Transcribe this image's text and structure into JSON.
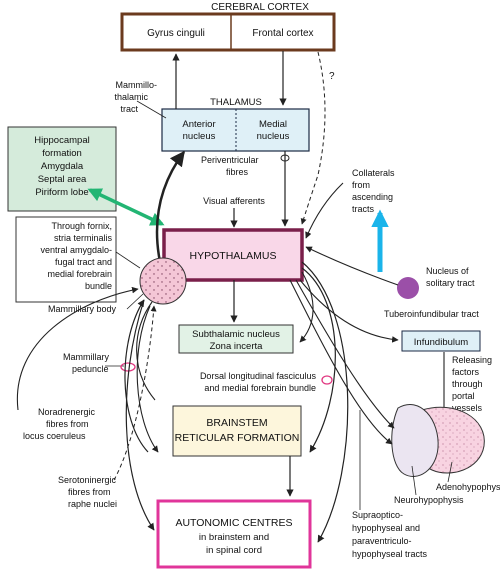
{
  "cortex": {
    "title": "CEREBRAL CORTEX",
    "left": "Gyrus cinguli",
    "right": "Frontal cortex",
    "question": "?"
  },
  "thalamus": {
    "title": "THALAMUS",
    "anterior": [
      "Anterior",
      "nucleus"
    ],
    "medial": [
      "Medial",
      "nucleus"
    ]
  },
  "limbic": [
    "Hippocampal",
    "formation",
    "Amygdala",
    "Septal area",
    "Piriform lobe"
  ],
  "limbic_pathways": [
    "Through fornix,",
    "stria terminalis",
    "ventral amygdalo-",
    "fugal tract and",
    "medial forebrain",
    "bundle"
  ],
  "hypothalamus": "HYPOTHALAMUS",
  "subthalamic": [
    "Subthalamic nucleus",
    "Zona incerta"
  ],
  "brainstem": [
    "BRAINSTEM",
    "RETICULAR FORMATION"
  ],
  "autonomic": [
    "AUTONOMIC CENTRES",
    "in brainstem and",
    "in spinal cord"
  ],
  "infundibulum": "Infundibulum",
  "labels": {
    "mammillothalamic": [
      "Mammillo-",
      "thalamic",
      "tract"
    ],
    "periventricular": [
      "Periventricular",
      "fibres"
    ],
    "collaterals": [
      "Collaterals",
      "from",
      "ascending",
      "tracts"
    ],
    "visual_afferents": "Visual afferents",
    "nucleus_solitary": [
      "Nucleus of",
      "solitary tract"
    ],
    "tuberoinfundibular": "Tuberoinfundibular tract",
    "releasing": [
      "Releasing",
      "factors",
      "through",
      "portal",
      "vessels"
    ],
    "mammillary_body": "Mammillary body",
    "mammillary_peduncle": [
      "Mammillary",
      "peduncle"
    ],
    "dorsal_longitudinal": [
      "Dorsal longitudinal fasciculus",
      "and medial forebrain bundle"
    ],
    "noradrenergic": [
      "Noradrenergic",
      "fibres from",
      "locus coeruleus"
    ],
    "serotoninergic": [
      "Serotoninergic",
      "fibres from",
      "raphe nuclei"
    ],
    "adenohypophysis": "Adenohypophysis",
    "neurohypophysis": "Neurohypophysis",
    "supraoptico": [
      "Supraoptico-",
      "hypophyseal and",
      "paraventriculo-",
      "hypophyseal tracts"
    ]
  },
  "colors": {
    "cortex_border": "#6b3a1e",
    "hypothalamus_border": "#7a1f4a",
    "hypothalamus_fill": "#f9d7e8",
    "thalamus_fill": "#dff0f7",
    "limbic_fill": "#d5ebdb",
    "brainstem_fill": "#fdf6dc",
    "autonomic_border": "#e0359a",
    "subthalamic_fill": "#e2f2e6",
    "green_arrow": "#22b573",
    "blue_arrow": "#1ab4ea",
    "solitary_nucleus": "#9b4fa8",
    "pink": "#e0357f",
    "mammillary_fill": "#f4c6d6"
  }
}
